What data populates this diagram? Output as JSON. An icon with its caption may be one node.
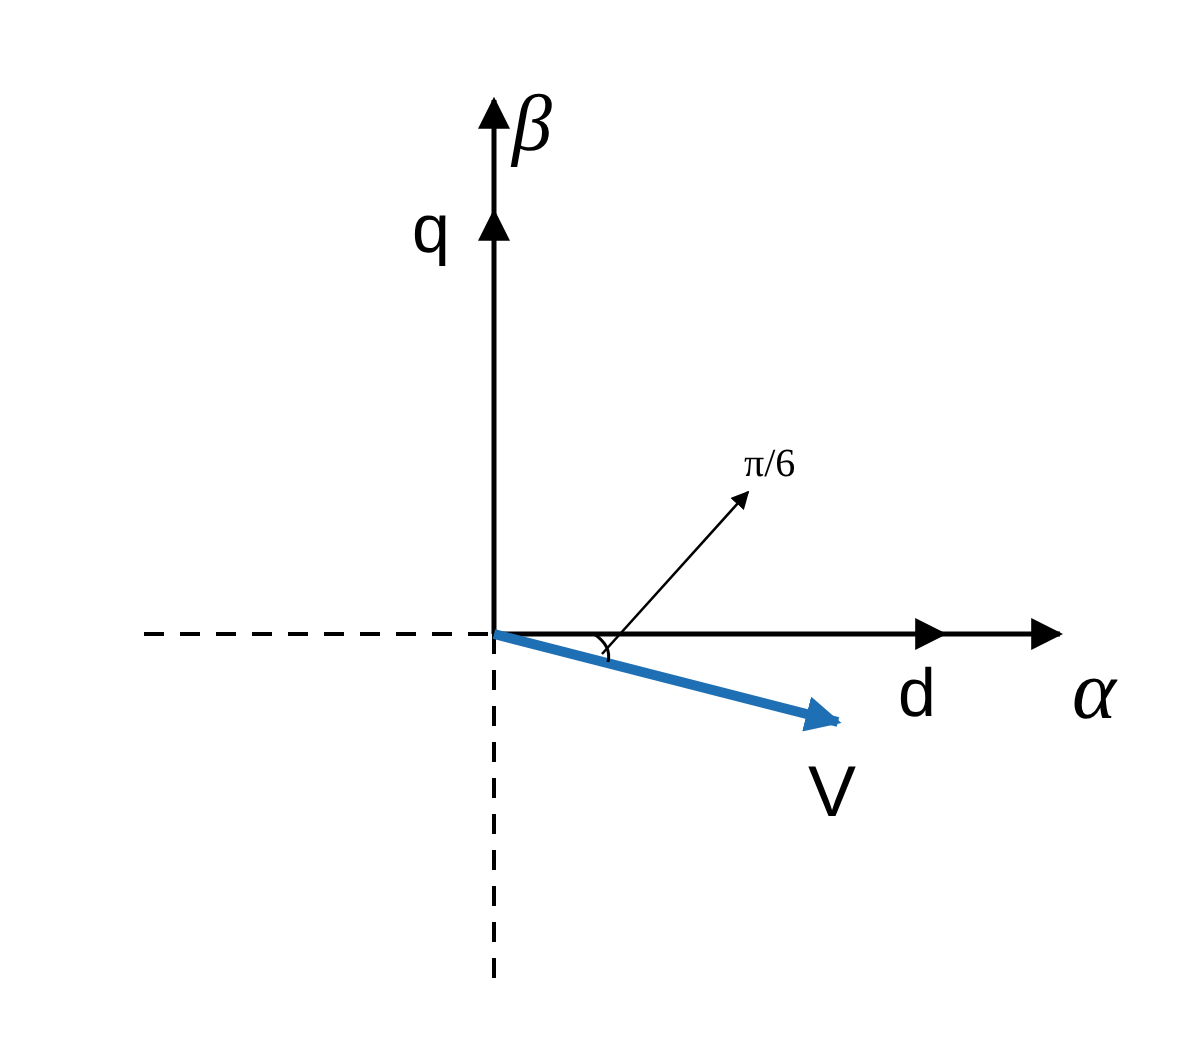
{
  "diagram": {
    "nodes": [
      {
        "text": [
          "π/6"
        ]
      },
      {
        "text": [],
        "shape": "arc"
      }
    ],
    "edges": [
      {
        "from": 1,
        "to": 0,
        "arrow": "to"
      }
    ],
    "labels": [
      "β",
      "q",
      "d",
      "α",
      "V"
    ]
  }
}
